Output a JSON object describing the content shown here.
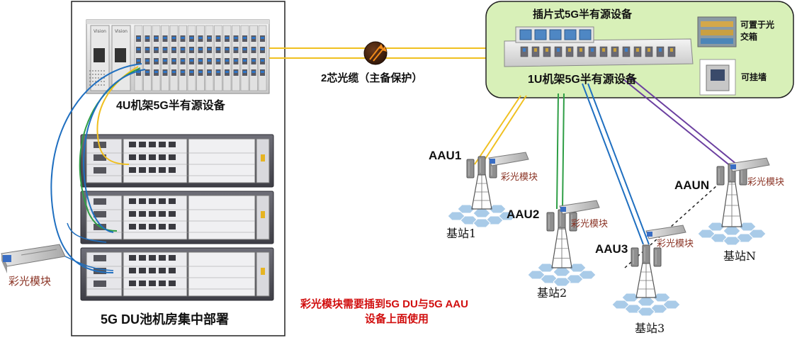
{
  "left_room": {
    "rack4u_label": "4U机架5G半有源设备",
    "du_pool_label": "5G DU池机房集中部署",
    "module_label": "彩光模块",
    "chassis_brand": "Vision"
  },
  "cable": {
    "label": "2芯光缆（主备保护）"
  },
  "right_box": {
    "title": "插片式5G半有源设备",
    "rack1u_label": "1U机架5G半有源设备",
    "option_box_label": "可置于光交箱",
    "option_wall_label": "可挂墙"
  },
  "sites": [
    {
      "aau": "AAU1",
      "station": "基站1",
      "module": "彩光模块"
    },
    {
      "aau": "AAU2",
      "station": "基站2",
      "module": "彩光模块"
    },
    {
      "aau": "AAU3",
      "station": "基站3",
      "module": "彩光模块"
    },
    {
      "aau": "AAUN",
      "station": "基站N",
      "module": "彩光模块"
    }
  ],
  "note": {
    "line1": "彩光模块需要插到5G DU与5G AAU",
    "line2": "设备上面使用"
  },
  "colors": {
    "yellow": "#f0c020",
    "green": "#2e9e45",
    "blue": "#1f6fc0",
    "purple": "#6b3fa0",
    "box_fill": "#d8f0b8",
    "red_text": "#d10f0f"
  }
}
